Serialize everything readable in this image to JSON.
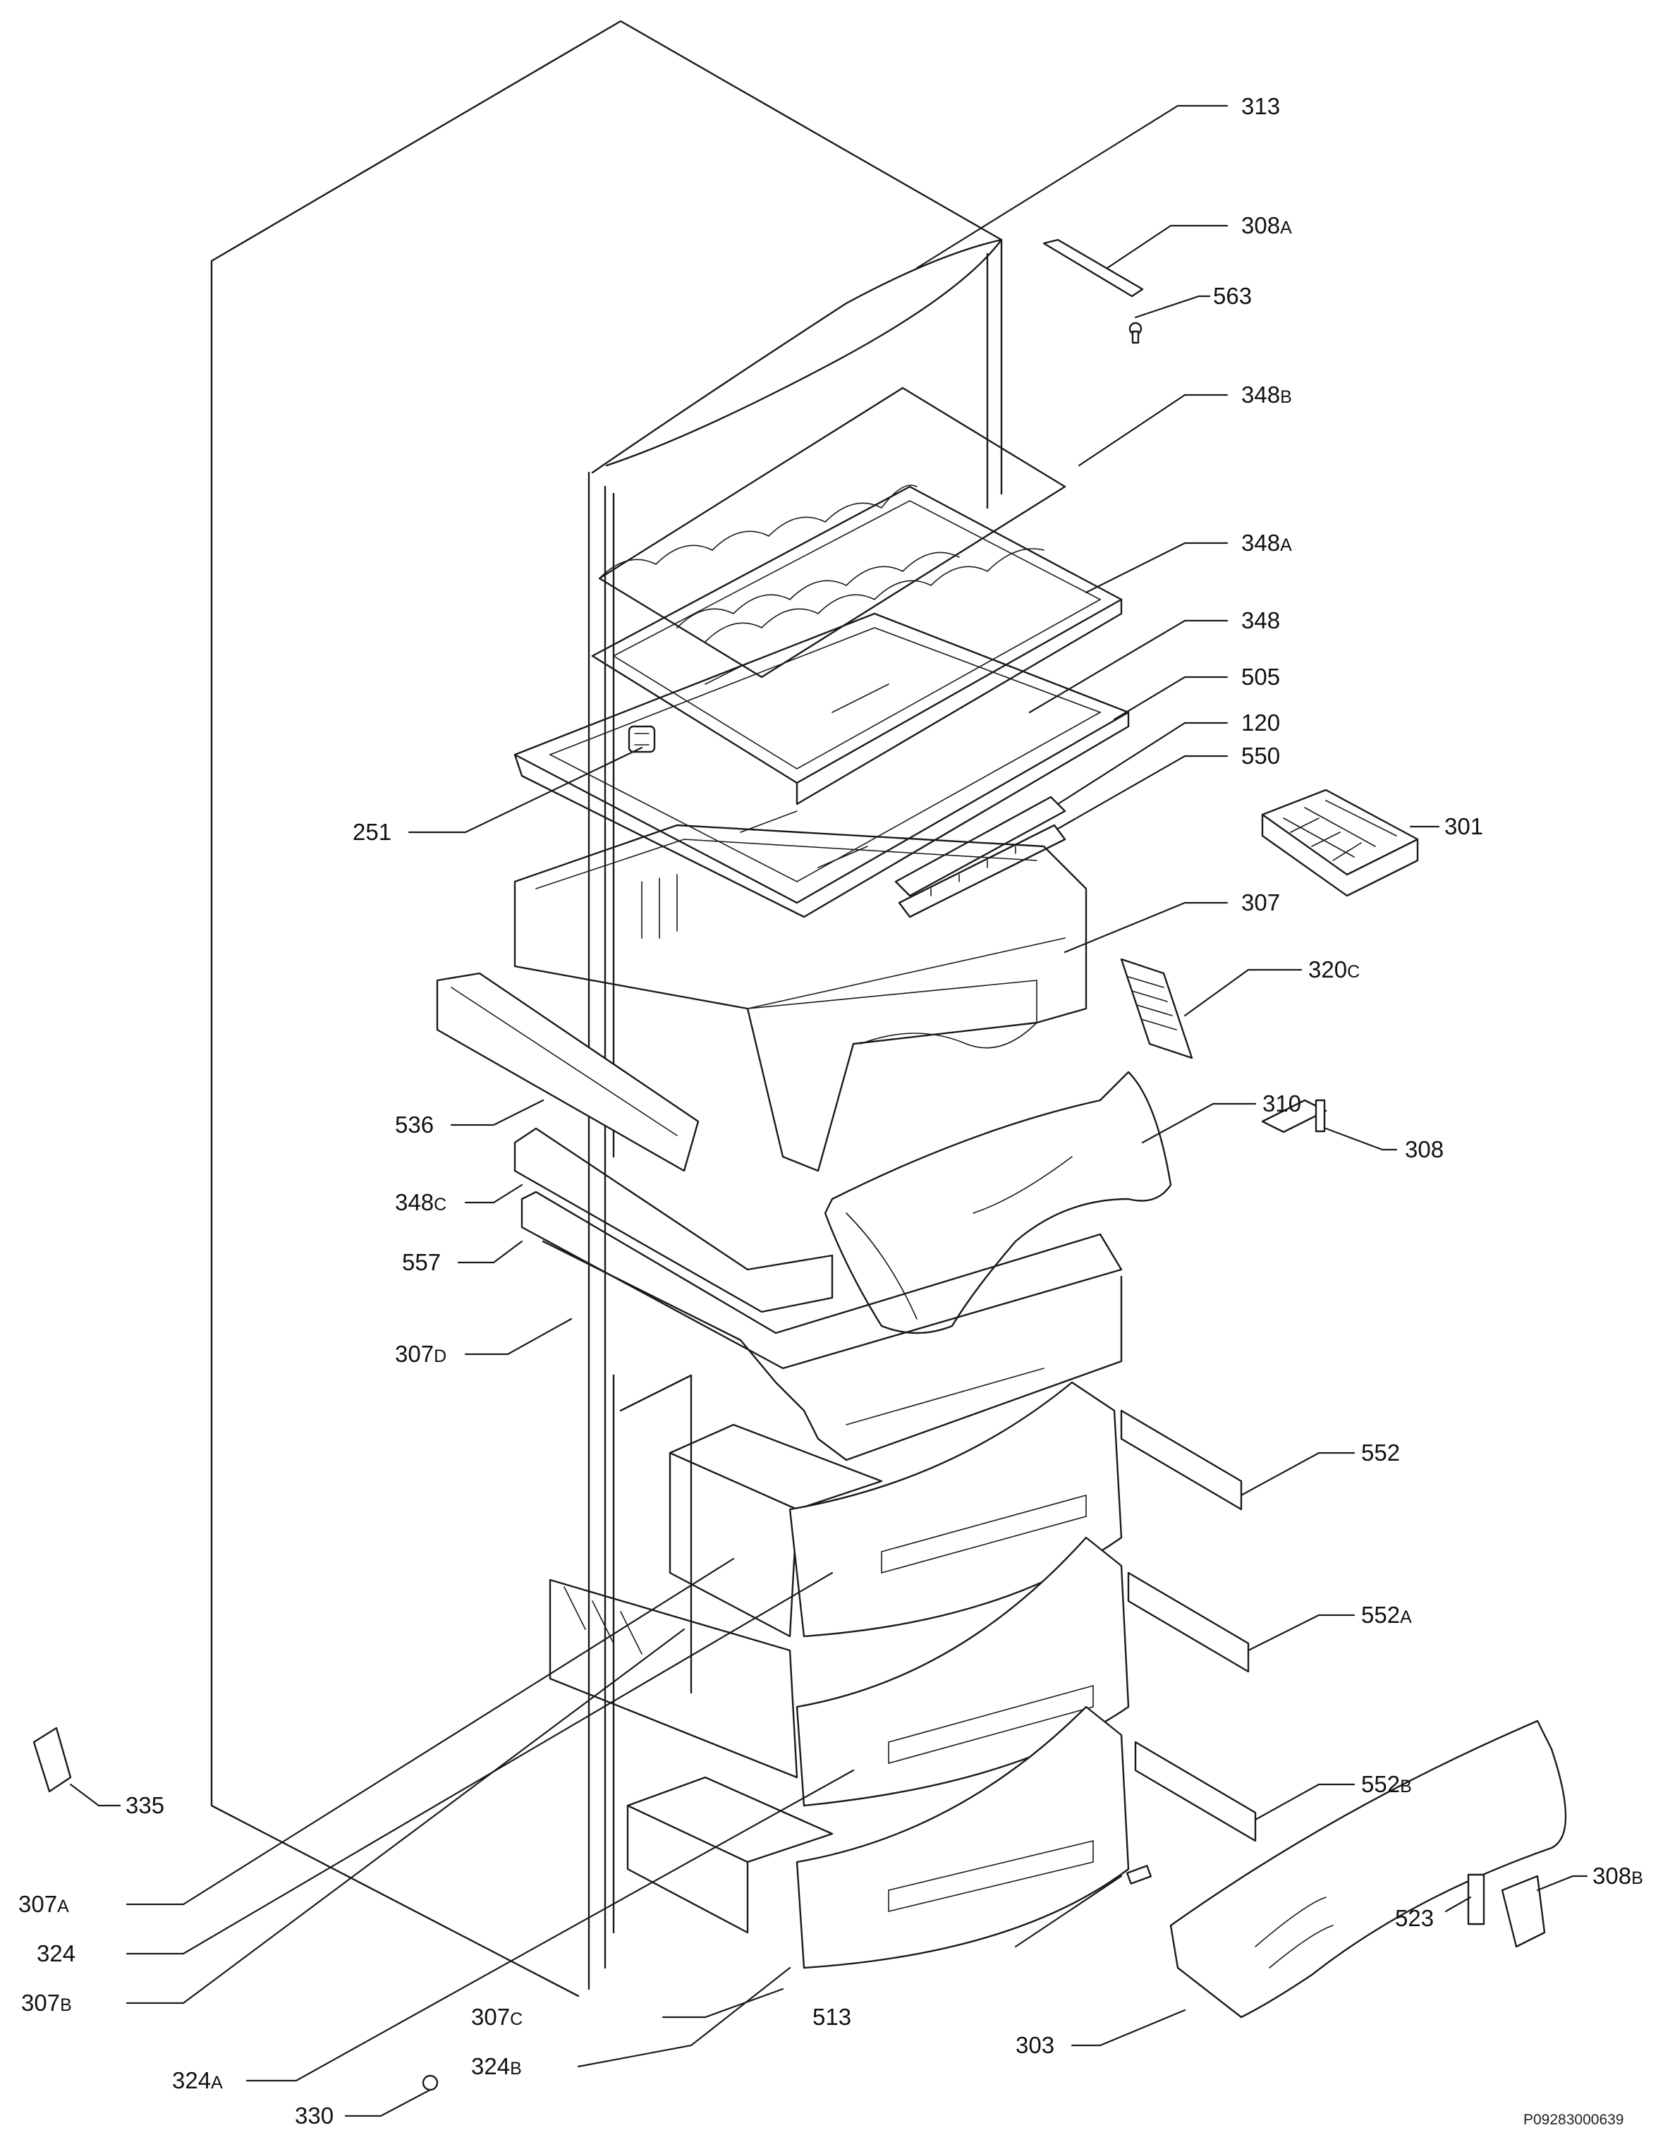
{
  "parts": [
    {
      "id": "p313",
      "num": "313",
      "suffix": ""
    },
    {
      "id": "p308A",
      "num": "308",
      "suffix": "A"
    },
    {
      "id": "p563",
      "num": "563",
      "suffix": ""
    },
    {
      "id": "p348B",
      "num": "348",
      "suffix": "B"
    },
    {
      "id": "p348A",
      "num": "348",
      "suffix": "A"
    },
    {
      "id": "p348",
      "num": "348",
      "suffix": ""
    },
    {
      "id": "p505",
      "num": "505",
      "suffix": ""
    },
    {
      "id": "p120",
      "num": "120",
      "suffix": ""
    },
    {
      "id": "p550",
      "num": "550",
      "suffix": ""
    },
    {
      "id": "p301",
      "num": "301",
      "suffix": ""
    },
    {
      "id": "p251",
      "num": "251",
      "suffix": ""
    },
    {
      "id": "p307",
      "num": "307",
      "suffix": ""
    },
    {
      "id": "p320C",
      "num": "320",
      "suffix": "C"
    },
    {
      "id": "p310",
      "num": "310",
      "suffix": ""
    },
    {
      "id": "p308",
      "num": "308",
      "suffix": ""
    },
    {
      "id": "p536",
      "num": "536",
      "suffix": ""
    },
    {
      "id": "p348C",
      "num": "348",
      "suffix": "C"
    },
    {
      "id": "p557",
      "num": "557",
      "suffix": ""
    },
    {
      "id": "p307D",
      "num": "307",
      "suffix": "D"
    },
    {
      "id": "p552",
      "num": "552",
      "suffix": ""
    },
    {
      "id": "p552A",
      "num": "552",
      "suffix": "A"
    },
    {
      "id": "p552B",
      "num": "552",
      "suffix": "B"
    },
    {
      "id": "p335",
      "num": "335",
      "suffix": ""
    },
    {
      "id": "p308B",
      "num": "308",
      "suffix": "B"
    },
    {
      "id": "p307A",
      "num": "307",
      "suffix": "A"
    },
    {
      "id": "p523",
      "num": "523",
      "suffix": ""
    },
    {
      "id": "p324",
      "num": "324",
      "suffix": ""
    },
    {
      "id": "p307B",
      "num": "307",
      "suffix": "B"
    },
    {
      "id": "p307C",
      "num": "307",
      "suffix": "C"
    },
    {
      "id": "p513",
      "num": "513",
      "suffix": ""
    },
    {
      "id": "p303",
      "num": "303",
      "suffix": ""
    },
    {
      "id": "p324A",
      "num": "324",
      "suffix": "A"
    },
    {
      "id": "p324B",
      "num": "324",
      "suffix": "B"
    },
    {
      "id": "p330",
      "num": "330",
      "suffix": ""
    }
  ],
  "document_code": "P09283000639"
}
